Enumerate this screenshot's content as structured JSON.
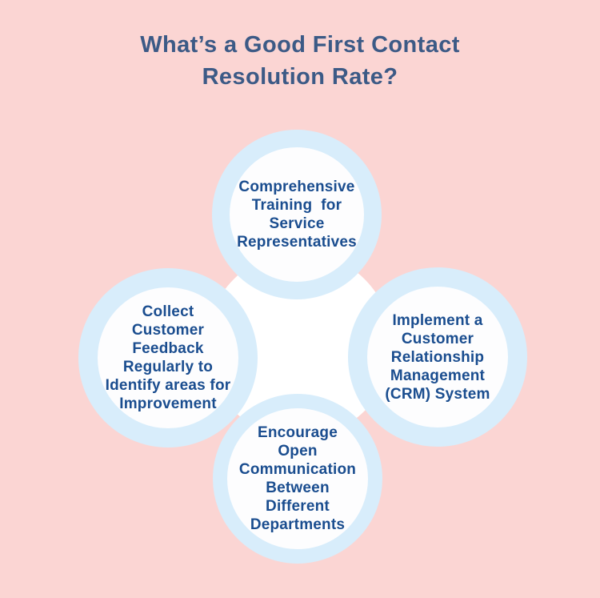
{
  "title": "What’s a Good First Contact\nResolution Rate?",
  "colors": {
    "background": "#FBD5D3",
    "ring": "#D8EDFB",
    "circle_fill": "#FDFDFE",
    "center_fill": "#FFFFFF",
    "title_text": "#3C5A86",
    "circle_text": "#1A4D8F"
  },
  "circles": [
    {
      "id": "top",
      "label": "Comprehensive\nTraining  for\nService\nRepresentatives"
    },
    {
      "id": "left",
      "label": "Collect\nCustomer\nFeedback\nRegularly to\nIdentify areas for\nImprovement"
    },
    {
      "id": "right",
      "label": "Implement a\nCustomer\nRelationship\nManagement\n(CRM) System"
    },
    {
      "id": "bottom",
      "label": "Encourage\nOpen\nCommunication\nBetween\nDifferent\nDepartments"
    }
  ]
}
